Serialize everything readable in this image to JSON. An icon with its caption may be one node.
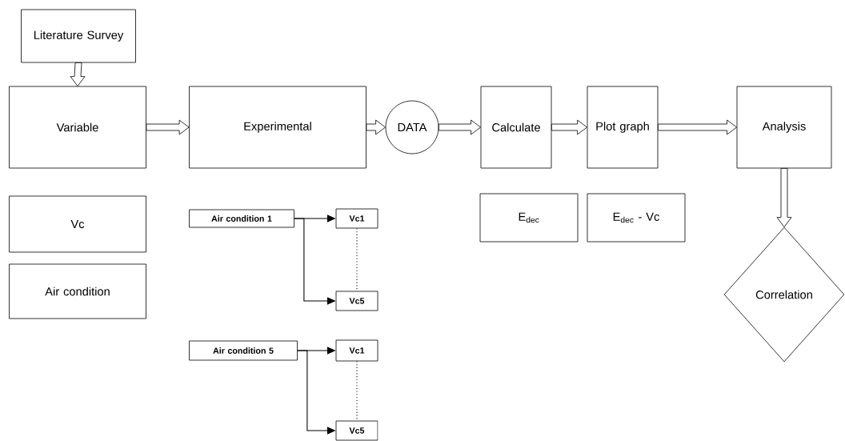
{
  "diagram": {
    "nodes": [
      {
        "text": [
          "Literature Survey"
        ]
      },
      {
        "text": [
          "Variable"
        ]
      },
      {
        "text": [
          "Experimental"
        ]
      },
      {
        "text": [
          "DATA"
        ]
      },
      {
        "text": [
          "Calculate"
        ]
      },
      {
        "text": [
          "Plot graph"
        ]
      },
      {
        "text": [
          "Analysis"
        ]
      },
      {
        "text": [
          "Vc"
        ]
      },
      {
        "text": [
          "Air condition"
        ]
      },
      {
        "text": [
          "Air condition 1"
        ]
      },
      {
        "text": [
          "Vc1"
        ]
      },
      {
        "text": [
          "Vc5"
        ]
      },
      {
        "text": [
          "Air condition 5"
        ]
      },
      {
        "text": [
          "Vc1"
        ]
      },
      {
        "text": [
          "Vc5"
        ]
      },
      {
        "text": [
          "E$_{dec}$"
        ]
      },
      {
        "text": [
          "E$_{dec}$ - Vc"
        ]
      },
      {
        "text": [
          "Correlation"
        ]
      }
    ],
    "edges": [
      {
        "from": 0,
        "to": 1,
        "arrow": "to",
        "style": "thick"
      },
      {
        "from": 1,
        "to": 2,
        "arrow": "to",
        "style": "thick"
      },
      {
        "from": 2,
        "to": 3,
        "arrow": "to",
        "style": "thick"
      },
      {
        "from": 3,
        "to": 4,
        "arrow": "to",
        "style": "thick"
      },
      {
        "from": 4,
        "to": 5,
        "arrow": "to",
        "style": "thick"
      },
      {
        "from": 5,
        "to": 6,
        "arrow": "to",
        "style": "thick"
      },
      {
        "from": 6,
        "to": 17,
        "arrow": "to",
        "style": "thick"
      },
      {
        "from": 9,
        "to": 10,
        "arrow": "to"
      },
      {
        "from": 9,
        "to": 11,
        "arrow": "to"
      },
      {
        "from": 10,
        "to": 11,
        "arrow": "none",
        "style": "dashed"
      },
      {
        "from": 12,
        "to": 13,
        "arrow": "to"
      },
      {
        "from": 12,
        "to": 14,
        "arrow": "to"
      },
      {
        "from": 13,
        "to": 14,
        "arrow": "none",
        "style": "dashed"
      }
    ]
  }
}
